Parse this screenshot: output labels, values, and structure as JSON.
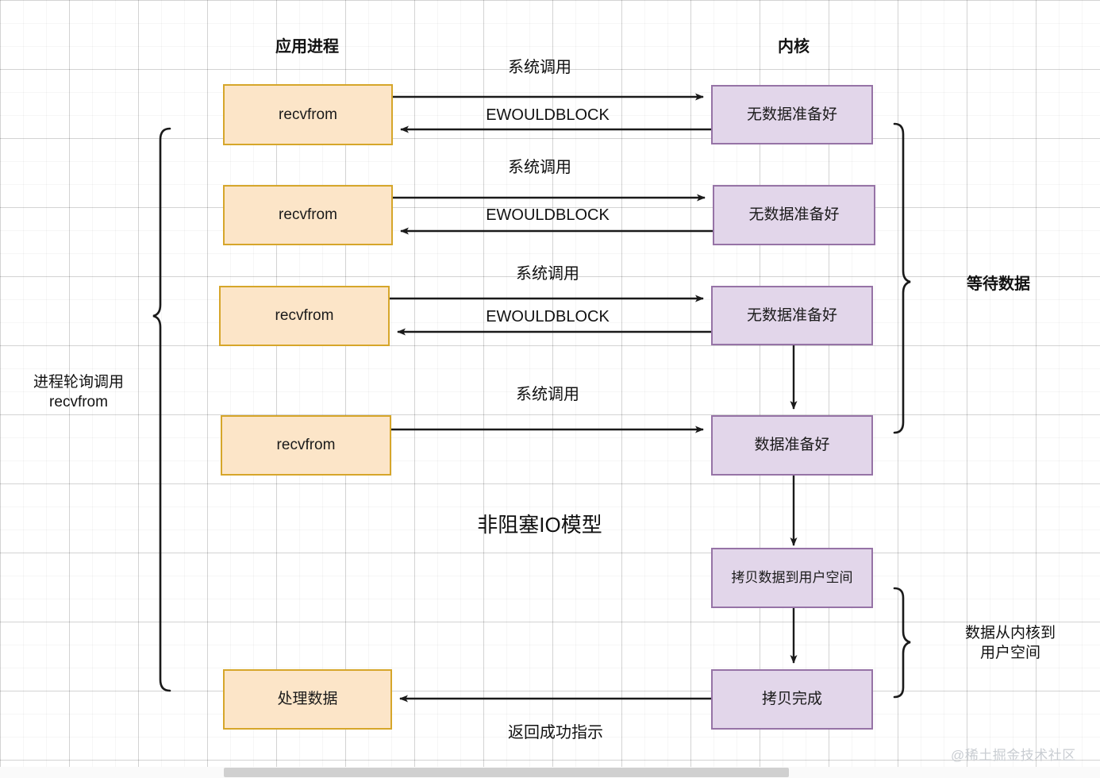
{
  "diagram": {
    "title": "非阻塞IO模型",
    "columns": {
      "left_header": "应用进程",
      "right_header": "内核"
    },
    "colors": {
      "process_fill": "#fce5c8",
      "process_stroke": "#d6a62a",
      "kernel_fill": "#e2d6ea",
      "kernel_stroke": "#9673a6",
      "line": "#1a1a1a",
      "grid_major": "#d4d4d4",
      "watermark": "#c9cdd2"
    },
    "process_nodes": [
      {
        "label": "recvfrom"
      },
      {
        "label": "recvfrom"
      },
      {
        "label": "recvfrom"
      },
      {
        "label": "recvfrom"
      },
      {
        "label": "处理数据"
      }
    ],
    "kernel_nodes": [
      {
        "label": "无数据准备好"
      },
      {
        "label": "无数据准备好"
      },
      {
        "label": "无数据准备好"
      },
      {
        "label": "数据准备好"
      },
      {
        "label": "拷贝数据到用户空间"
      },
      {
        "label": "拷贝完成"
      }
    ],
    "edge_labels": {
      "syscall_1": "系统调用",
      "syscall_2": "系统调用",
      "syscall_3": "系统调用",
      "syscall_4": "系统调用",
      "ewouldblock_1": "EWOULDBLOCK",
      "ewouldblock_2": "EWOULDBLOCK",
      "ewouldblock_3": "EWOULDBLOCK",
      "return_success": "返回成功指示"
    },
    "annotations": {
      "left_brace": "进程轮询调用\nrecvfrom",
      "right_brace_wait": "等待数据",
      "right_brace_copy": "数据从内核到\n用户空间"
    }
  },
  "watermark": "@稀土掘金技术社区"
}
